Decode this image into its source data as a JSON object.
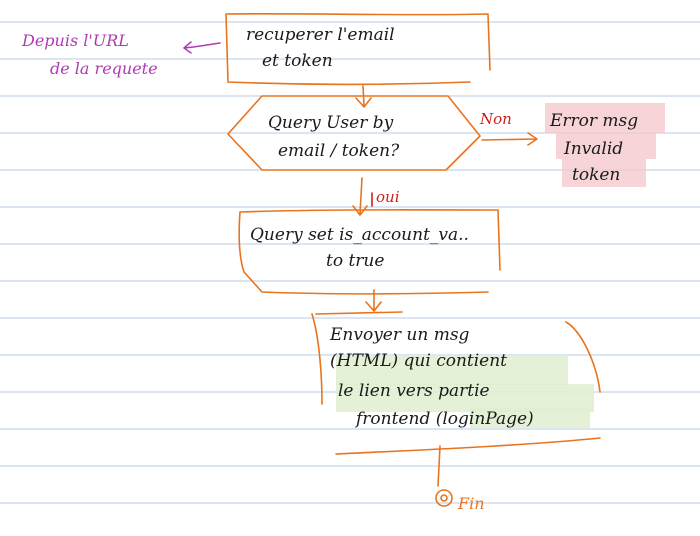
{
  "notes": {
    "source_label": [
      "Depuis l'URL",
      "de la requete"
    ]
  },
  "steps": {
    "fetch": [
      "recuperer l'email",
      "et token"
    ],
    "query": [
      "Query User by",
      "email / token?"
    ],
    "error": [
      "Error msg",
      "Invalid",
      "token"
    ],
    "update": [
      "Query set is_account_va..",
      "to true"
    ],
    "send": [
      "Envoyer un msg",
      "(HTML) qui contient",
      "le lien vers partie",
      "frontend (loginPage)"
    ],
    "end": "Fin"
  },
  "branches": {
    "no": "Non",
    "yes": "oui"
  },
  "colors": {
    "ink": "#1a1a1a",
    "orange": "#e8741e",
    "red": "#d0201a",
    "purple": "#b03ab5",
    "error_highlight": "#f3c6c9",
    "send_highlight": "#dfeed0",
    "ruled_lines": "#b9cde6"
  }
}
